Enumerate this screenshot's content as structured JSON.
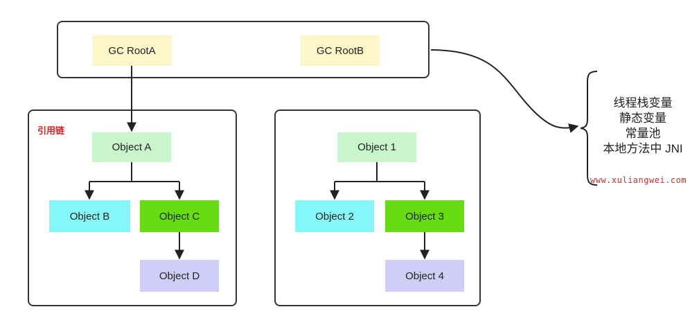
{
  "colors": {
    "gc_root_fill": "#fdf6c9",
    "object_green_light": "#c8f5cc",
    "object_cyan": "#84f7f9",
    "object_green_strong": "#66dd11",
    "object_lavender": "#d0cdf6",
    "chain_label": "#e02020",
    "watermark": "#d03030"
  },
  "roots_panel": {
    "root_a": "GC RootA",
    "root_b": "GC RootB"
  },
  "left_panel": {
    "chain_label": "引用链",
    "object_a": "Object A",
    "object_b": "Object B",
    "object_c": "Object C",
    "object_d": "Object D"
  },
  "right_panel": {
    "object_1": "Object 1",
    "object_2": "Object 2",
    "object_3": "Object 3",
    "object_4": "Object 4"
  },
  "gc_root_types": {
    "lines": [
      "线程栈变量",
      "静态变量",
      "常量池",
      "本地方法中 JNI"
    ]
  },
  "watermark": "www.xuliangwei.com"
}
